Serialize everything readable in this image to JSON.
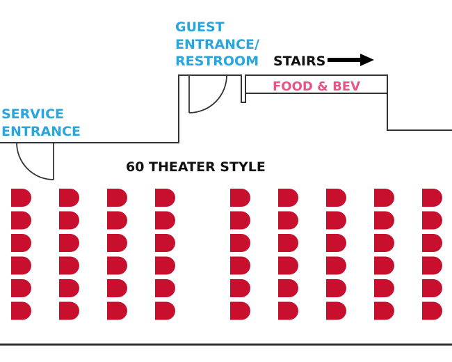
{
  "labels": {
    "guest_entrance": [
      "GUEST",
      "ENTRANCE/",
      "RESTROOM"
    ],
    "service_entrance": [
      "SERVICE",
      "ENTRANCE"
    ],
    "stairs": "STAIRS",
    "food_bev": "FOOD & BEV",
    "seating": "60 THEATER STYLE"
  },
  "seating": {
    "style": "theater",
    "columns": 9,
    "seats_per_column": 6,
    "seat_icon": "d-shaped-chair-icon"
  },
  "colors": {
    "entrance_label": "#29a6dd",
    "food_bev_label": "#e8538a",
    "seat": "#c8102e",
    "wall": "#333333",
    "text": "#111111"
  },
  "icons": {
    "stairs_direction": "right-arrow-icon",
    "door": "door-swing-icon"
  }
}
